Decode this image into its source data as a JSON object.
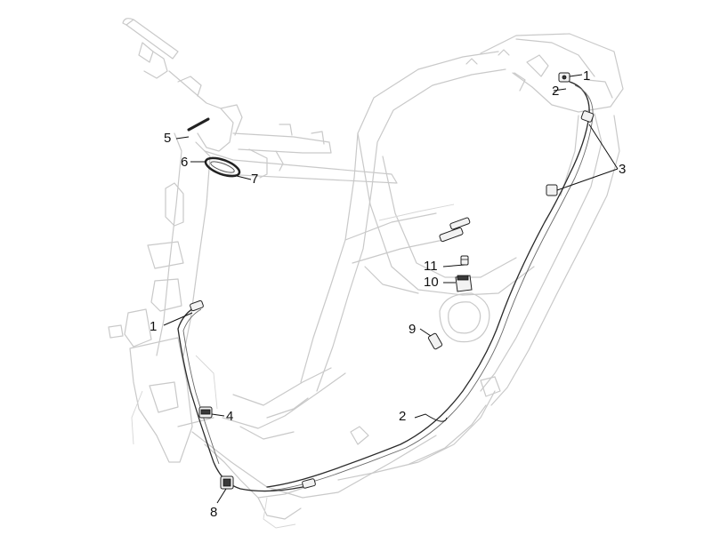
{
  "callouts": [
    {
      "id": "c1a",
      "text": "1"
    },
    {
      "id": "c2a",
      "text": "2"
    },
    {
      "id": "c3",
      "text": "3"
    },
    {
      "id": "c5",
      "text": "5"
    },
    {
      "id": "c6",
      "text": "6"
    },
    {
      "id": "c7",
      "text": "7"
    },
    {
      "id": "c11",
      "text": "11"
    },
    {
      "id": "c10",
      "text": "10"
    },
    {
      "id": "c9",
      "text": "9"
    },
    {
      "id": "c1b",
      "text": "1"
    },
    {
      "id": "c4",
      "text": "4"
    },
    {
      "id": "c2b",
      "text": "2"
    },
    {
      "id": "c8",
      "text": "8"
    }
  ],
  "colors": {
    "frame": "#c9c9c9",
    "cable": "#2b2b2b",
    "label": "#111111"
  }
}
